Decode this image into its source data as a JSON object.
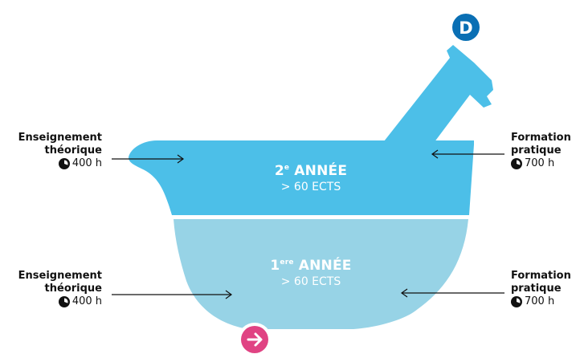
{
  "year2": {
    "num": "2",
    "sup": "e",
    "label": " ANNÉE",
    "ects": "> 60 ECTS"
  },
  "year1": {
    "num": "1",
    "sup": "ere",
    "label": " ANNÉE",
    "ects": "> 60 ECTS"
  },
  "left_top": {
    "title_line1": "Enseignement",
    "title_line2": "théorique",
    "hours": "400 h"
  },
  "right_top": {
    "title_line1": "Formation",
    "title_line2": "pratique",
    "hours": "700 h"
  },
  "left_bottom": {
    "title_line1": "Enseignement",
    "title_line2": "théorique",
    "hours": "400 h"
  },
  "right_bottom": {
    "title_line1": "Formation",
    "title_line2": "pratique",
    "hours": "700 h"
  },
  "badge_top": {
    "letter": "D",
    "color": "#0a6fb4"
  },
  "badge_bottom": {
    "icon": "arrow-right-icon",
    "color": "#e04383"
  },
  "colors": {
    "upper": "#4cbfe8",
    "lower": "#97d3e6",
    "arrow": "#111111"
  }
}
